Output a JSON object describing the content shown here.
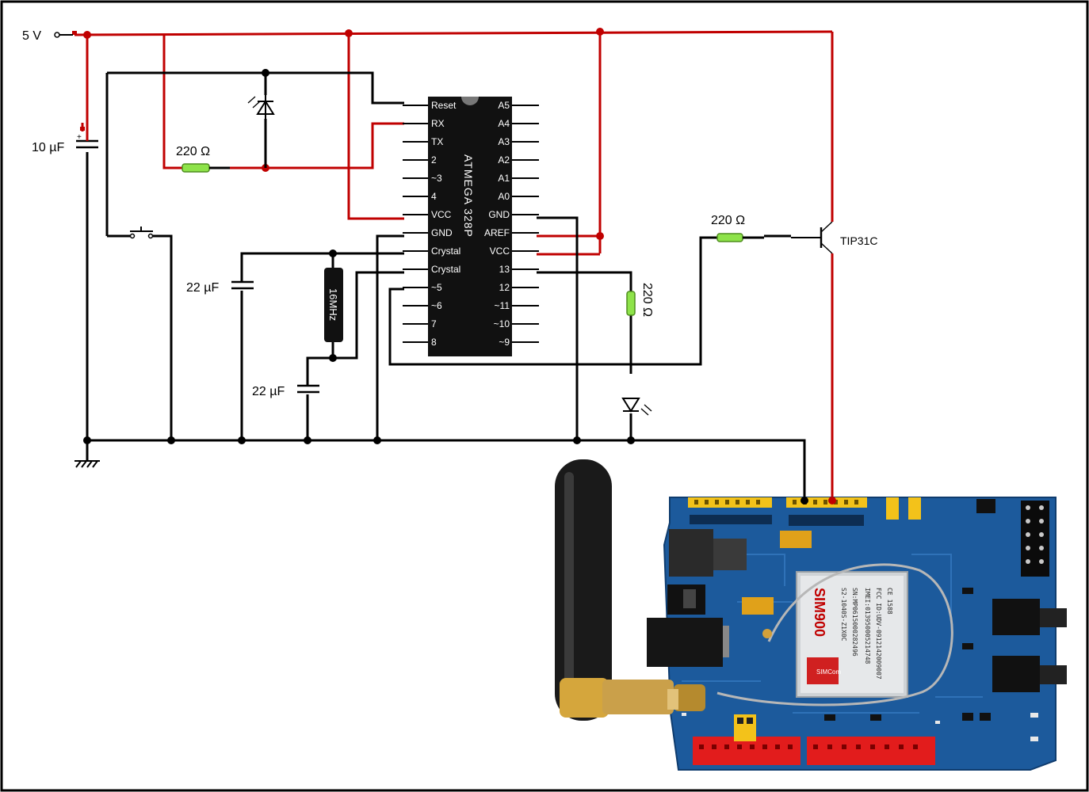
{
  "labels": {
    "supply": "5 V",
    "cap_10uf": "10 µF",
    "res_top": "220 Ω",
    "cap_22uf_a": "22 µF",
    "cap_22uf_b": "22 µF",
    "crystal": "16MHz",
    "res_led": "220 Ω",
    "res_base": "220 Ω",
    "transistor": "TIP31C",
    "chip": "ATMEGA 328P",
    "module_chip": "SIM900",
    "module_brand": "SIMCom"
  },
  "pins_left": [
    "Reset",
    "RX",
    "TX",
    "2",
    "~3",
    "4",
    "VCC",
    "GND",
    "Crystal",
    "Crystal",
    "~5",
    "~6",
    "7",
    "8"
  ],
  "pins_right": [
    "A5",
    "A4",
    "A3",
    "A2",
    "A1",
    "A0",
    "GND",
    "AREF",
    "VCC",
    "13",
    "12",
    "~11",
    "~10",
    "~9"
  ],
  "colors": {
    "power_wire": "#c00000",
    "ground_wire": "#000000",
    "resistor": "#8ee34a",
    "chip": "#111111",
    "pcb": "#1c5a9c",
    "header_yellow": "#f3c21a",
    "header_red": "#e21c1c",
    "antenna": "#1a1a1a"
  }
}
